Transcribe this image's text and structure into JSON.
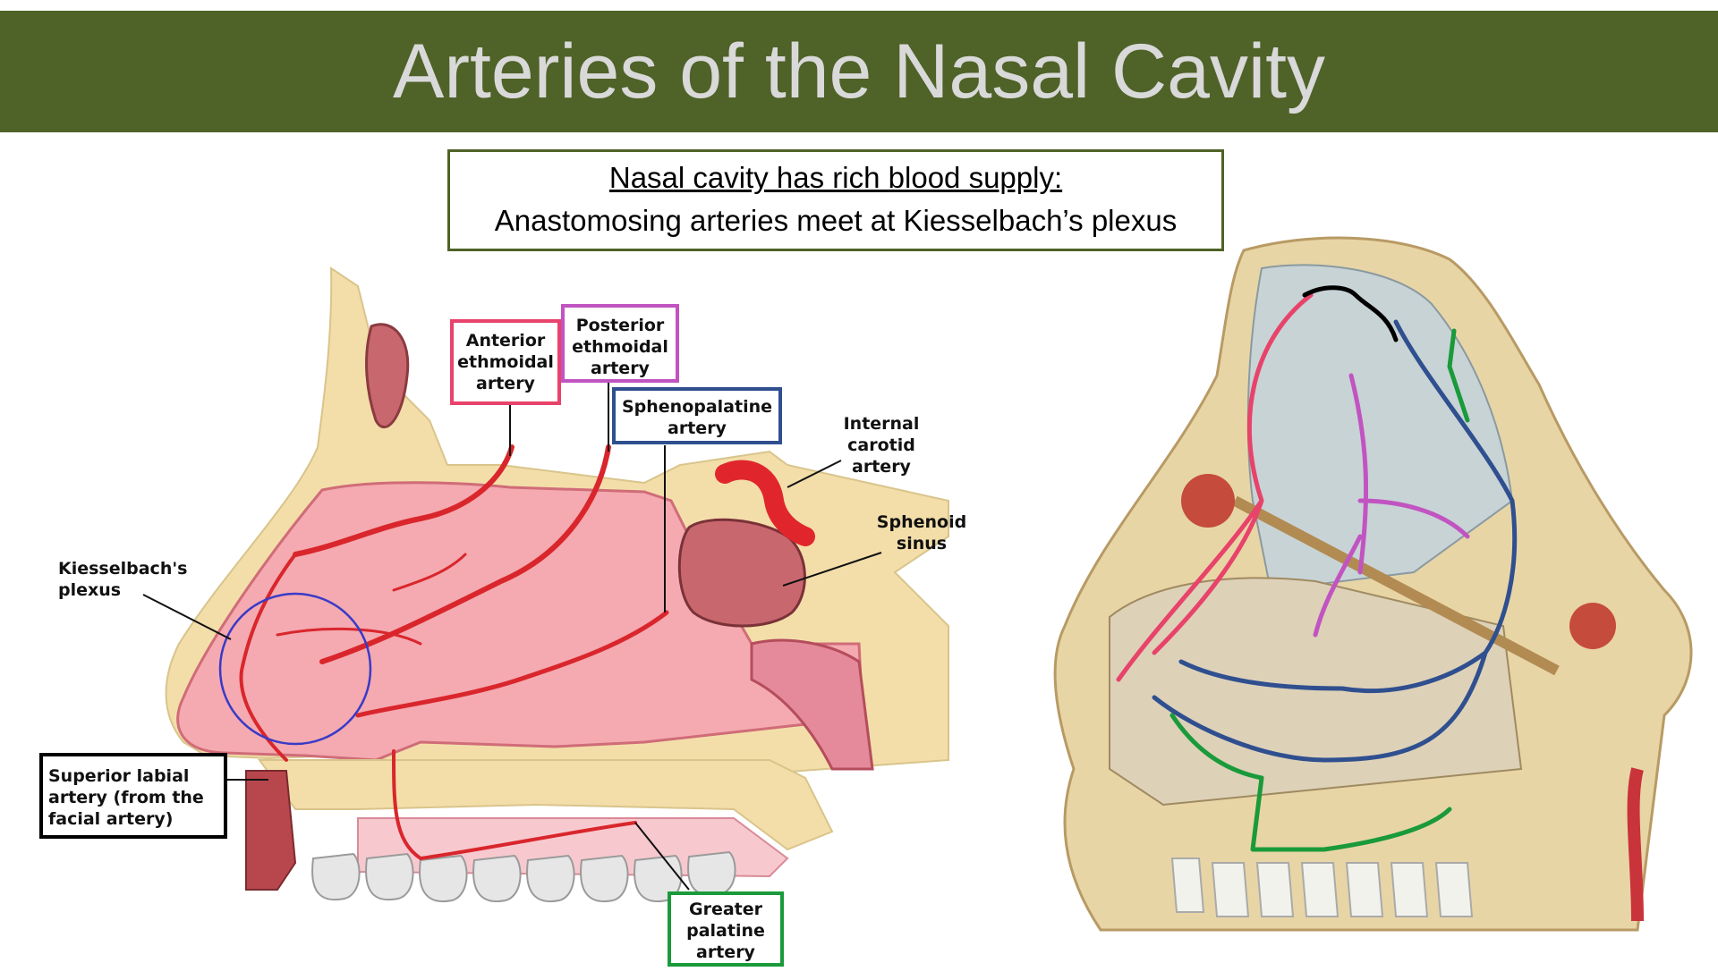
{
  "title": "Arteries of the Nasal Cavity",
  "summary": {
    "heading": "Nasal cavity has rich blood supply:",
    "text": "Anastomosing arteries meet at Kiesselbach’s plexus"
  },
  "left_figure": {
    "labels": {
      "anterior_ethmoidal": "Anterior ethmoidal artery",
      "posterior_ethmoidal": "Posterior ethmoidal artery",
      "sphenopalatine": "Sphenopalatine artery",
      "internal_carotid": "Internal carotid artery",
      "sphenoid_sinus": "Sphenoid sinus",
      "kiesselbach": "Kiesselbach's plexus",
      "superior_labial": "Superior labial artery (from the facial artery)",
      "greater_palatine": "Greater palatine artery"
    }
  },
  "colors": {
    "title_bar": "#4f6228",
    "anterior_ethmoidal": "#e8436a",
    "posterior_ethmoidal": "#c154c1",
    "sphenopalatine": "#2f4f8f",
    "greater_palatine": "#1a9a3a",
    "superior_labial": "#000000",
    "kiesselbach_circle": "#3a3ac8"
  }
}
